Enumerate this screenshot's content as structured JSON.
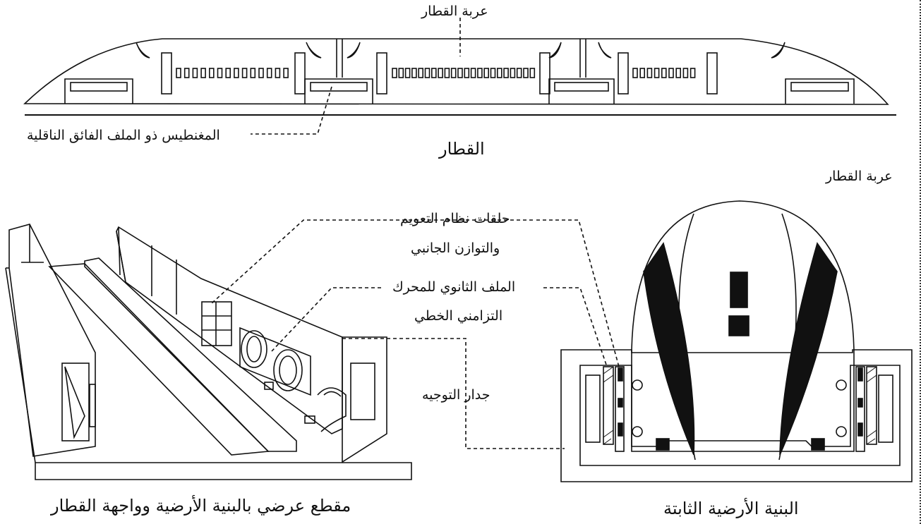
{
  "labels": {
    "train_car_top": "عربة القطار",
    "superconducting_magnet": "المغنطيس ذو الملف الفائق الناقلية",
    "train": "القطار",
    "train_car_right": "عربة القطار",
    "levitation_rings_line1": "حلقات نظام التعويم",
    "levitation_rings_line2": "والتوازن الجانبي",
    "secondary_coil_line1": "الملف الثانوي للمحرك",
    "secondary_coil_line2": "التزامني الخطي",
    "guide_wall": "جدار التوجيه",
    "caption_left": "مقطع عرضي بالبنية الأرضية وواجهة القطار",
    "caption_right": "البنية الأرضية الثابتة"
  }
}
